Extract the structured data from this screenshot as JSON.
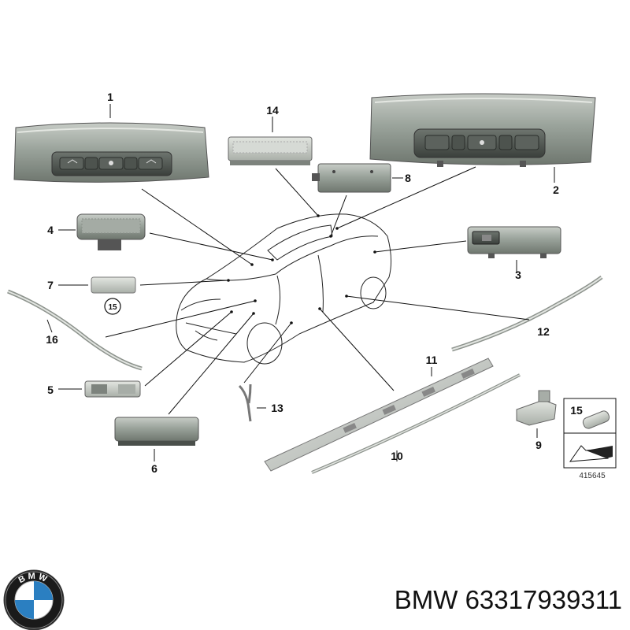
{
  "brand": {
    "name": "BMW",
    "part_number": "63317939311",
    "logo_letters": "BMW"
  },
  "diagram": {
    "ref_code": "415645",
    "parts": [
      {
        "label": "1"
      },
      {
        "label": "2"
      },
      {
        "label": "3"
      },
      {
        "label": "4"
      },
      {
        "label": "5"
      },
      {
        "label": "6"
      },
      {
        "label": "7"
      },
      {
        "label": "8"
      },
      {
        "label": "9"
      },
      {
        "label": "10"
      },
      {
        "label": "11"
      },
      {
        "label": "12"
      },
      {
        "label": "13"
      },
      {
        "label": "14"
      },
      {
        "label": "15"
      },
      {
        "label": "16"
      }
    ],
    "legend_item": "15",
    "circled_ref": "15"
  }
}
